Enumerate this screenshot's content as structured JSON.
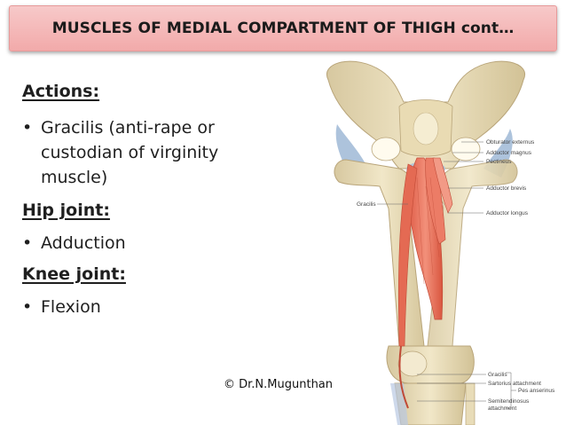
{
  "slide": {
    "title": "MUSCLES OF MEDIAL COMPARTMENT OF THIGH cont…",
    "actions_heading": "Actions:",
    "gracilis_line1": "Gracilis (anti-rape or",
    "gracilis_line2": "custodian of virginity",
    "gracilis_line3": "muscle)",
    "hip_heading": "Hip joint:",
    "hip_action": "Adduction",
    "knee_heading": "Knee joint:",
    "knee_action": "Flexion",
    "bullet": "•",
    "copyright": "© Dr.N.Mugunthan"
  },
  "figure_labels": {
    "obturator_externus": "Obturator externus",
    "adductor_magnus": "Adductor magnus",
    "pectineus": "Pectineus",
    "adductor_brevis": "Adductor brevis",
    "adductor_longus": "Adductor longus",
    "gracilis": "Gracilis",
    "gracilis_bottom": "Gracilis",
    "sartorius_attachment": "Sartorius attachment",
    "pes_anserinus": "Pes anserinus",
    "semitendinosus": "Semitendinosus",
    "attachment": "attachment"
  }
}
